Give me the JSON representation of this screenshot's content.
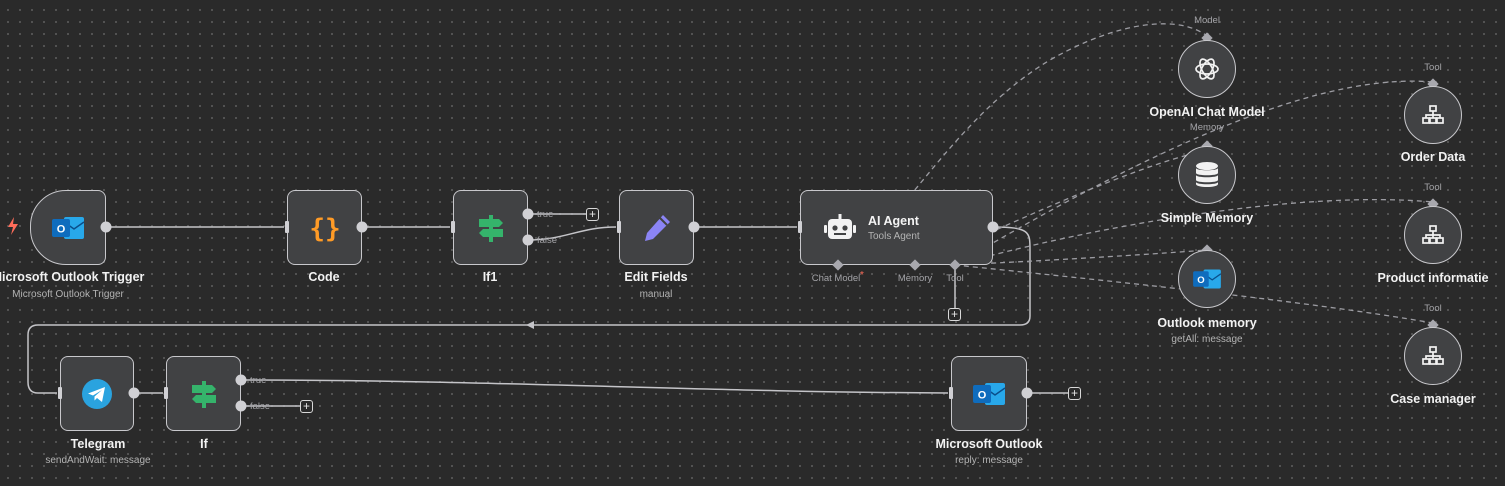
{
  "nodes": {
    "outlook_trigger": {
      "title": "Microsoft Outlook Trigger",
      "subtitle": "Microsoft Outlook Trigger",
      "icon": "outlook-icon"
    },
    "code": {
      "title": "Code",
      "icon": "code-braces-icon"
    },
    "if1": {
      "title": "If1",
      "icon": "signpost-icon",
      "true_label": "true",
      "false_label": "false"
    },
    "edit_fields": {
      "title": "Edit Fields",
      "subtitle": "manual",
      "icon": "pencil-icon"
    },
    "ai_agent": {
      "title": "AI Agent",
      "subtitle": "Tools Agent",
      "icon": "robot-icon",
      "ports": {
        "chat_model": "Chat Model",
        "memory": "Memory",
        "tool": "Tool"
      }
    },
    "openai_chat_model": {
      "title": "OpenAI Chat Model",
      "port_label": "Model",
      "icon": "openai-icon"
    },
    "simple_memory": {
      "title": "Simple Memory",
      "port_label": "Memory",
      "icon": "database-icon"
    },
    "outlook_memory": {
      "title": "Outlook memory",
      "subtitle": "getAll: message",
      "icon": "outlook-icon"
    },
    "order_data": {
      "title": "Order Data",
      "port_label": "Tool",
      "icon": "sitemap-icon"
    },
    "product_info": {
      "title": "Product informatie",
      "port_label": "Tool",
      "icon": "sitemap-icon"
    },
    "case_manager": {
      "title": "Case manager",
      "port_label": "Tool",
      "icon": "sitemap-icon"
    },
    "telegram": {
      "title": "Telegram",
      "subtitle": "sendAndWait: message",
      "icon": "telegram-icon"
    },
    "if": {
      "title": "If",
      "icon": "signpost-icon",
      "true_label": "true",
      "false_label": "false"
    },
    "ms_outlook": {
      "title": "Microsoft Outlook",
      "subtitle": "reply: message",
      "icon": "outlook-icon"
    }
  },
  "plus_symbol": "+",
  "colors": {
    "canvas": "#2a2a2a",
    "node_bg": "#414244",
    "node_border": "#c8c8cc",
    "outlook_blue": "#0f6cbd",
    "code_orange": "#ff9b26",
    "signpost_green": "#35b36b",
    "pencil_purple": "#8b84f5",
    "telegram_blue": "#2aa3df",
    "trigger_bolt": "#ff6d5a",
    "required_mark": "#ff6d5a"
  }
}
